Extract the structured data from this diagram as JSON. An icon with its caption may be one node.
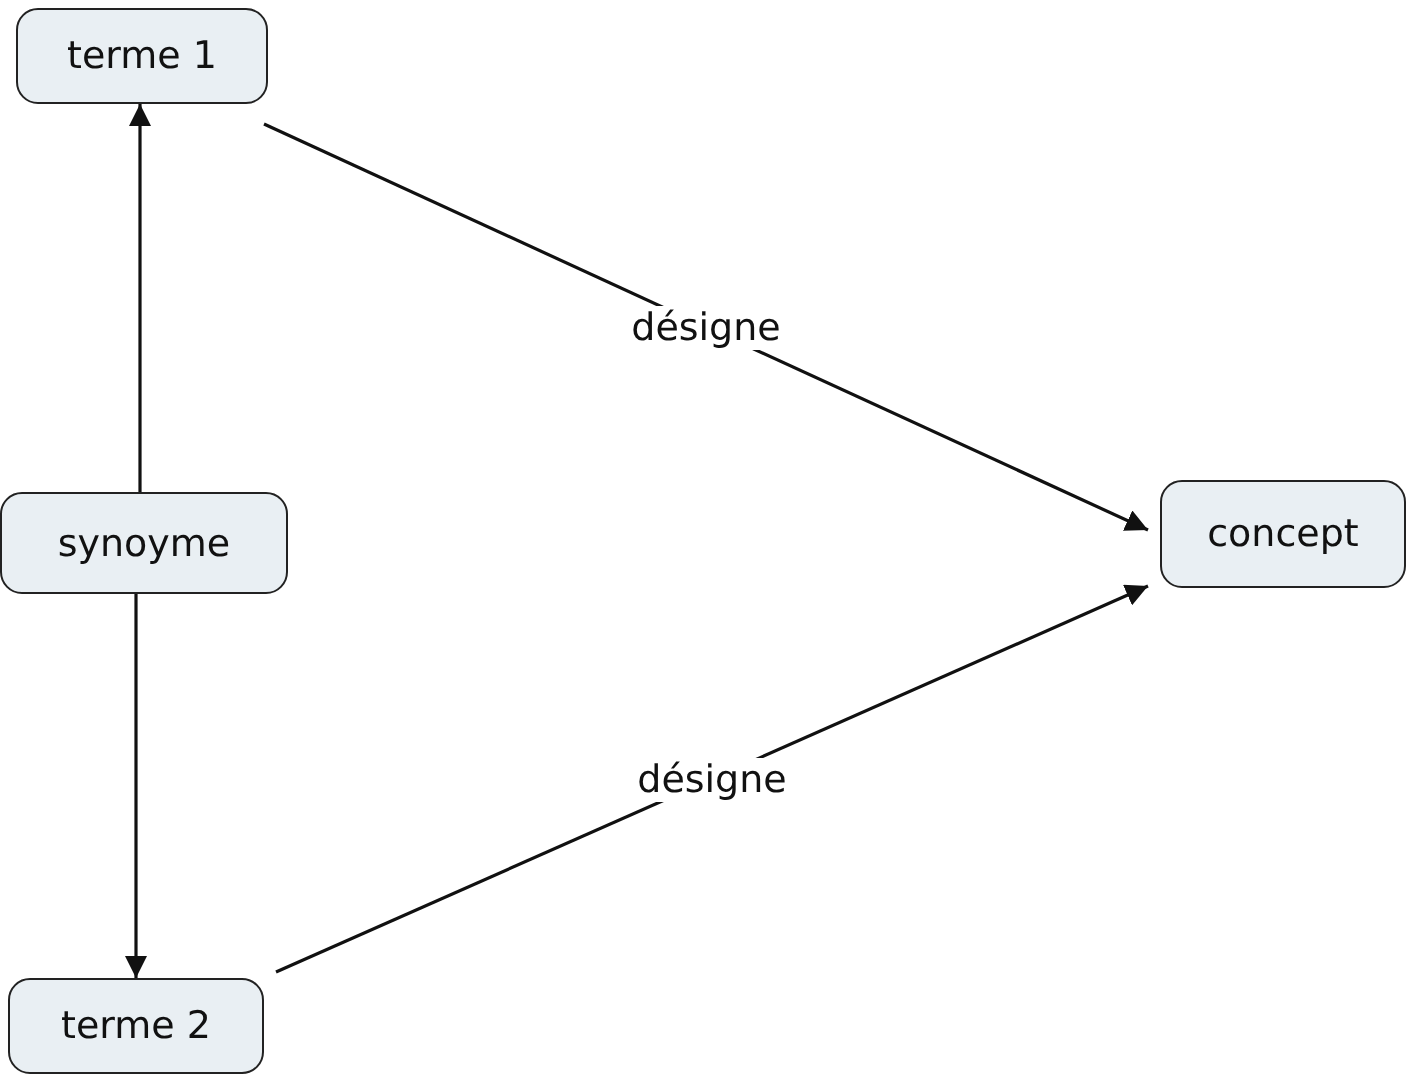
{
  "diagram": {
    "nodes": [
      {
        "text": [
          "terme 1"
        ]
      },
      {
        "text": [
          "synoyme"
        ]
      },
      {
        "text": [
          "concept"
        ]
      },
      {
        "text": [
          "terme 2"
        ]
      }
    ],
    "edges": [
      {
        "from": 1,
        "to": 0,
        "arrow": "to"
      },
      {
        "from": 1,
        "to": 3,
        "arrow": "to"
      },
      {
        "from": 0,
        "to": 2,
        "arrow": "to",
        "label": "désigne"
      },
      {
        "from": 3,
        "to": 2,
        "arrow": "to",
        "label": "désigne"
      }
    ]
  }
}
